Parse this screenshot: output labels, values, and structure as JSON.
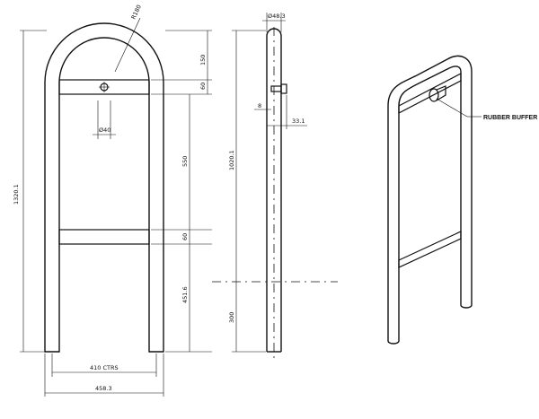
{
  "front_view": {
    "overall_height": "1320.1",
    "bend_radius": "R180",
    "dim_top": "150",
    "dim_bar_upper": "60",
    "dim_hole": "Ø40",
    "dim_upper_span": "550",
    "dim_bar_lower": "60",
    "dim_lower_span": "451.6",
    "dim_ctrs": "410 CTRS",
    "dim_width": "458.3"
  },
  "side_view": {
    "tube_diameter": "Ø48.3",
    "dim_plate": "8",
    "dim_offset": "33.1",
    "dim_height_above_ground": "1020.1",
    "dim_embed": "300"
  },
  "iso_view": {
    "callout": "RUBBER BUFFER"
  }
}
